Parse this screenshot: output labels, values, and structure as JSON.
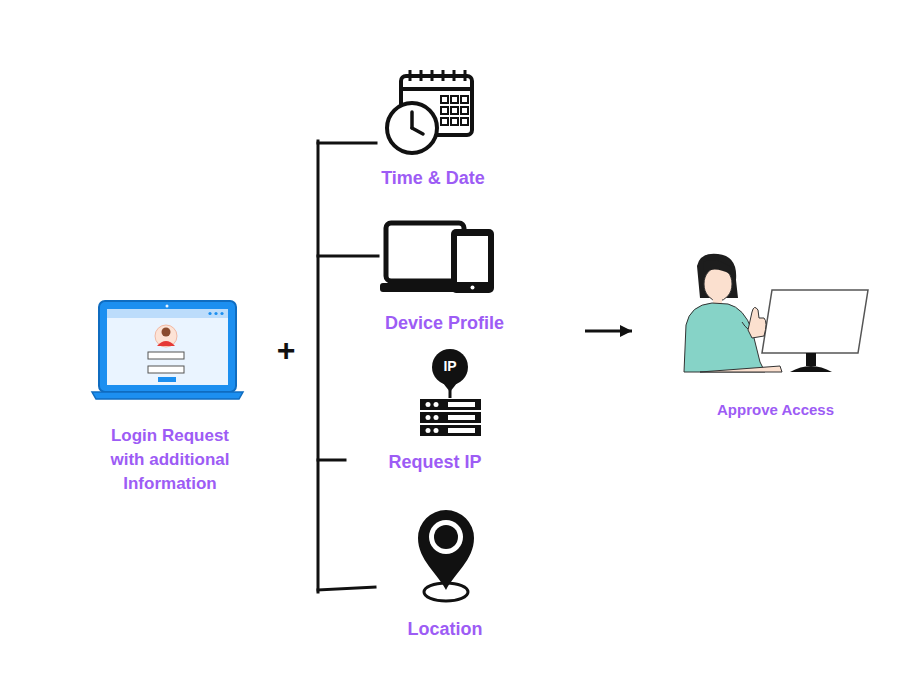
{
  "diagram": {
    "nodes": [
      {
        "text": [
          "Login Request with additional Information"
        ]
      },
      {
        "text": [
          "Time & Date"
        ]
      },
      {
        "text": [
          "Device Profile"
        ]
      },
      {
        "text": [
          "Request IP"
        ]
      },
      {
        "text": [
          "Location"
        ]
      },
      {
        "text": [
          "Approve Access"
        ]
      }
    ],
    "edges": [
      {
        "from": 2,
        "to": 5,
        "arrow": "to"
      }
    ],
    "labels": [
      "+",
      "IP"
    ]
  }
}
